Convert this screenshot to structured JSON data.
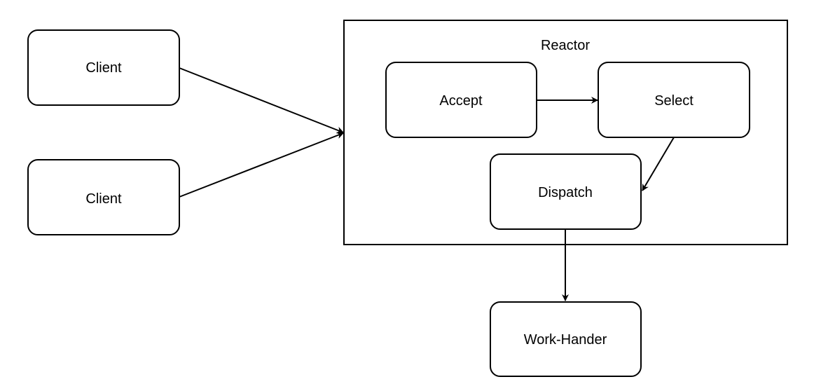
{
  "diagram": {
    "container": {
      "label": "Reactor"
    },
    "nodes": {
      "client_1": "Client",
      "client_2": "Client",
      "accept": "Accept",
      "select": "Select",
      "dispatch": "Dispatch",
      "work_handler": "Work-Hander"
    },
    "edges": [
      {
        "from": "client_1",
        "to": "Reactor"
      },
      {
        "from": "client_2",
        "to": "Reactor"
      },
      {
        "from": "accept",
        "to": "select"
      },
      {
        "from": "select",
        "to": "dispatch"
      },
      {
        "from": "dispatch",
        "to": "work_handler"
      }
    ]
  }
}
